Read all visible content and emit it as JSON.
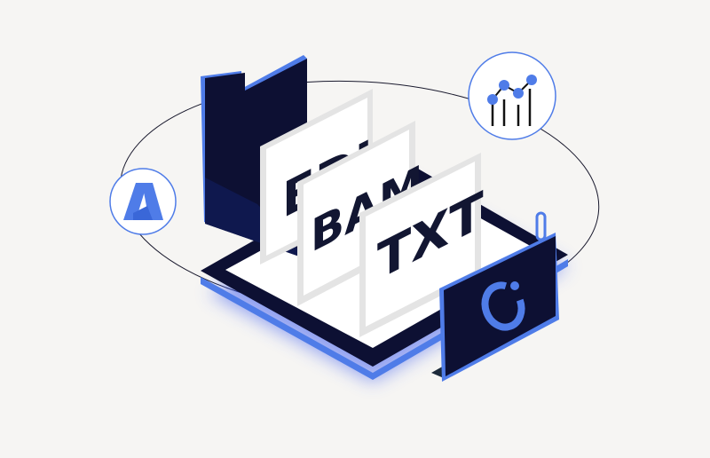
{
  "illustration": {
    "cards": [
      {
        "label": "EDI"
      },
      {
        "label": "BAM"
      },
      {
        "label": "TXT"
      }
    ],
    "icons": {
      "left_badge": "azure-logo-icon",
      "right_badge": "line-bar-chart-icon",
      "laptop_logo": "ring-logo-icon",
      "clip": "paperclip-icon",
      "folder": "folder-icon"
    },
    "colors": {
      "background": "#f6f5f3",
      "navy": "#0d1033",
      "accent_blue": "#4f7ce8",
      "card_white": "#ffffff",
      "card_border": "#e2e2e2"
    }
  }
}
